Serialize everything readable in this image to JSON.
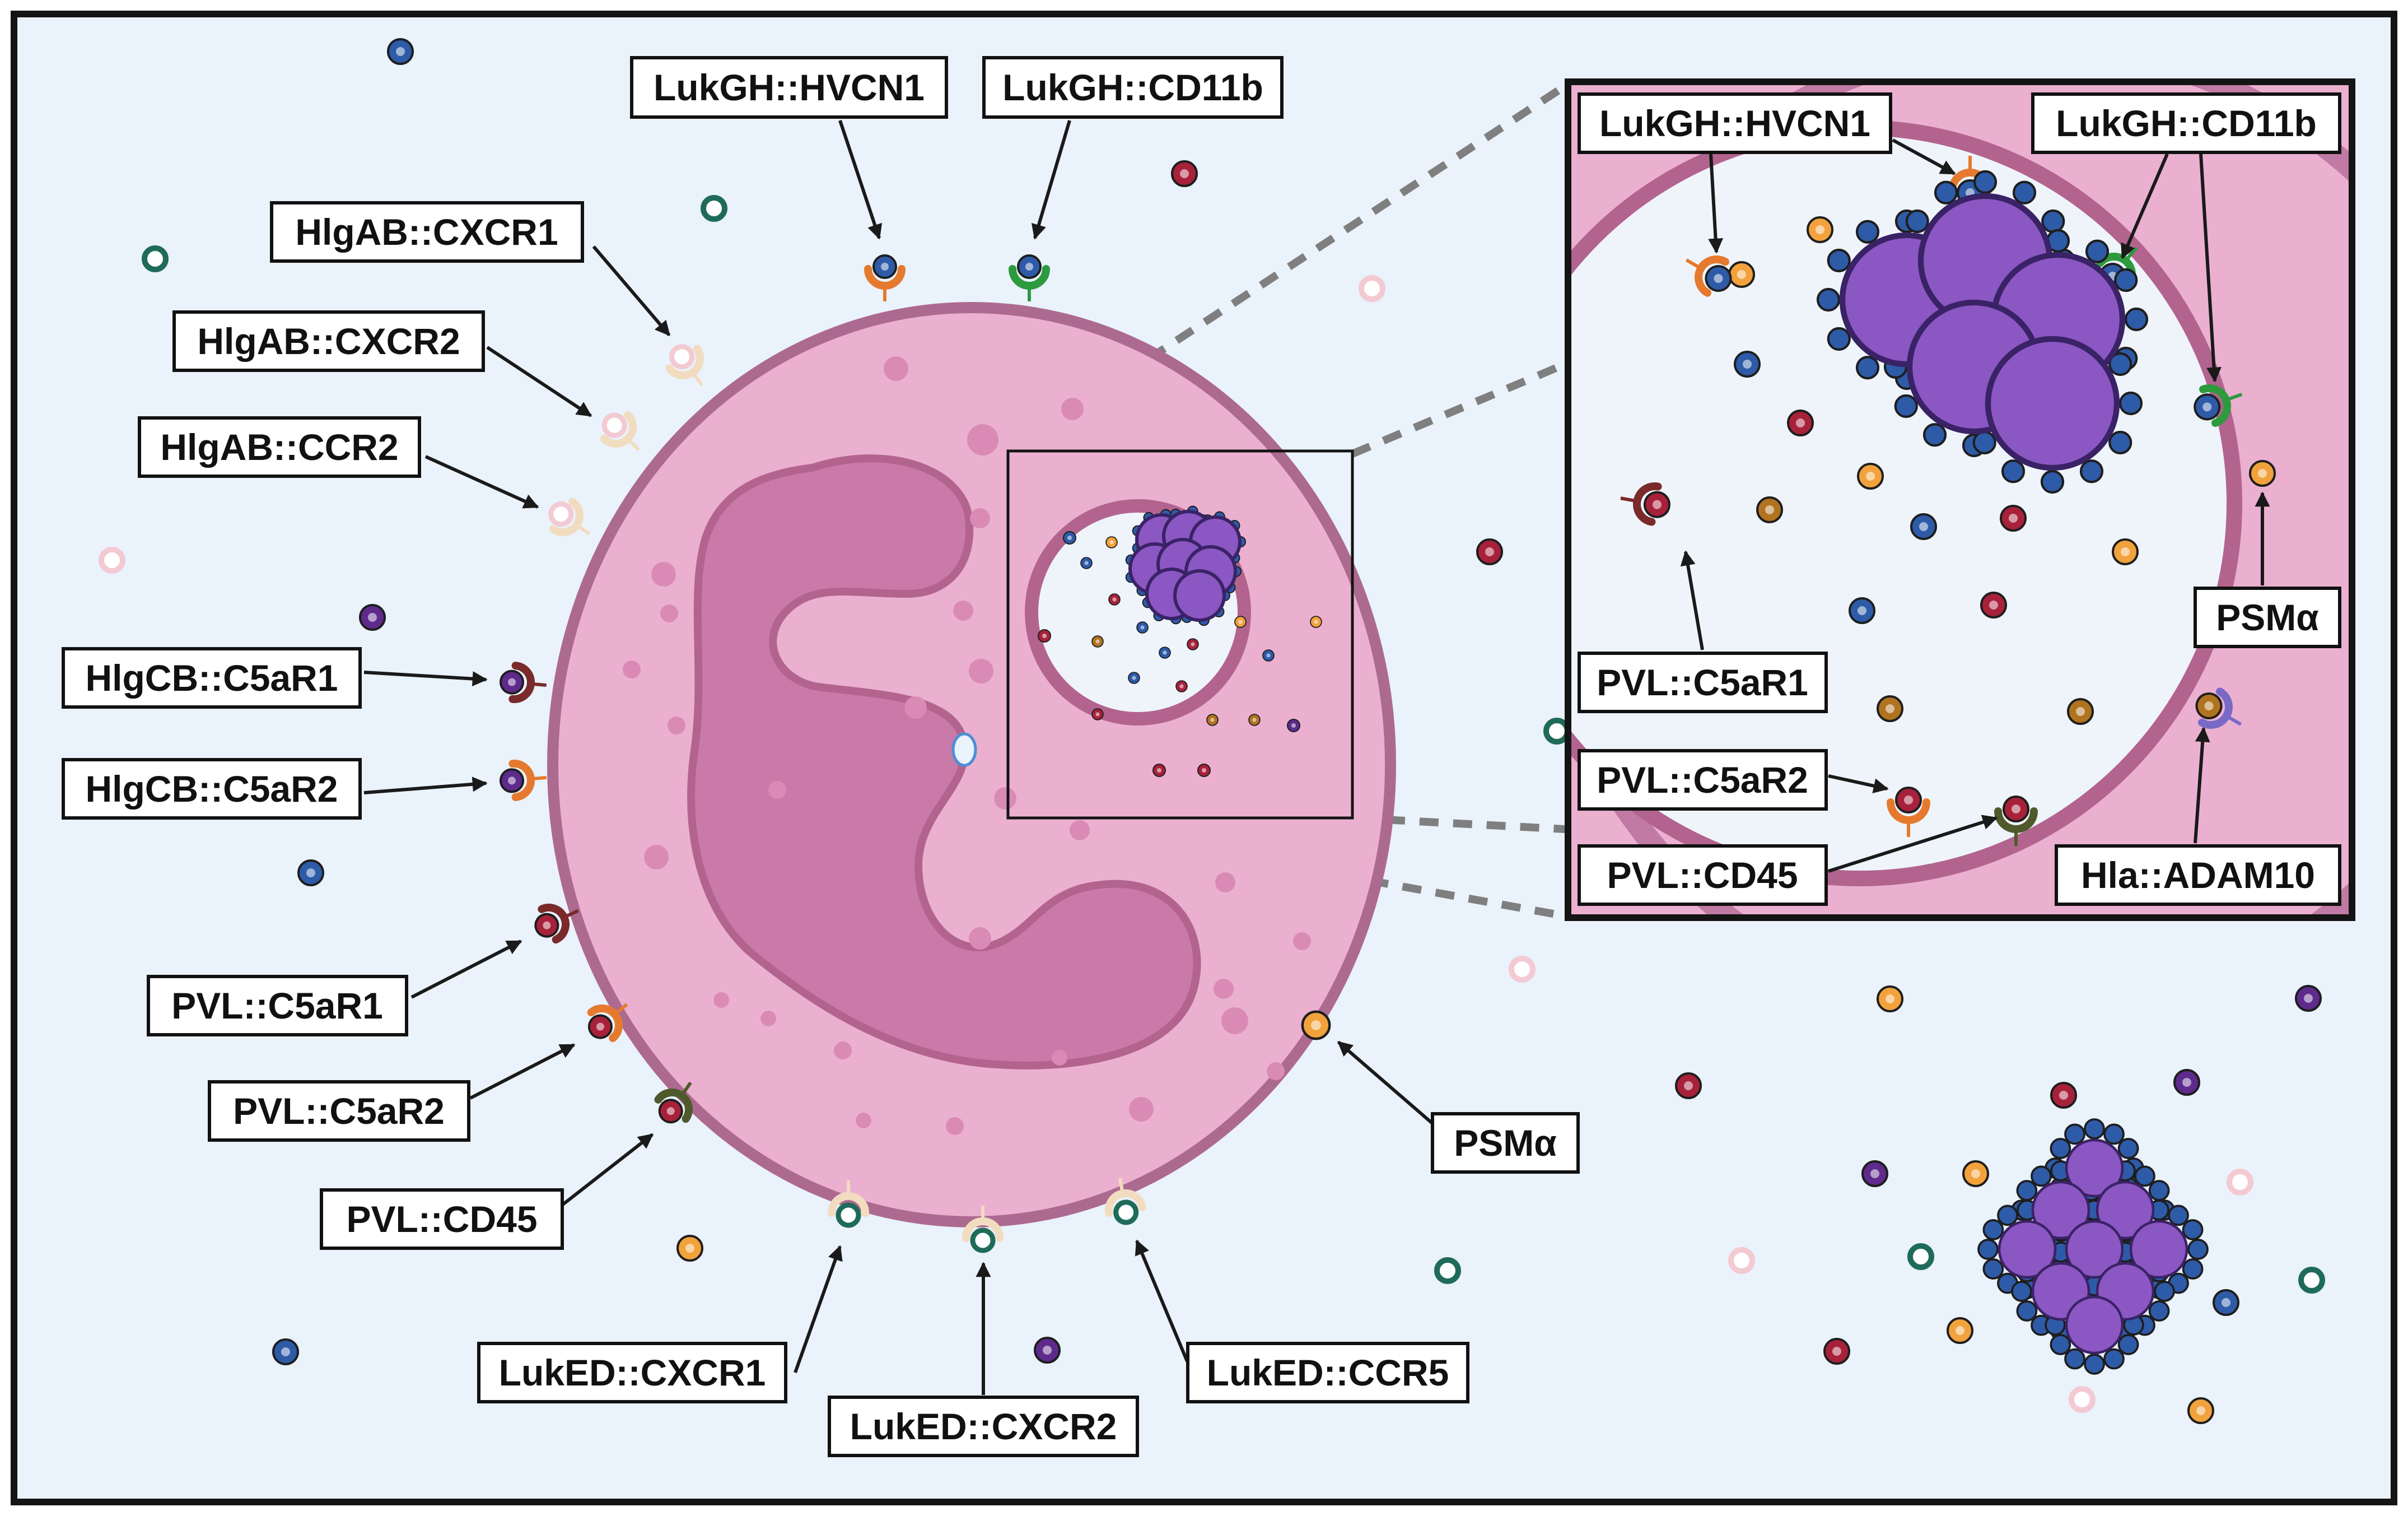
{
  "labels": {
    "main_lukgh_hvcn1": "LukGH::HVCN1",
    "main_lukgh_cd11b": "LukGH::CD11b",
    "main_hlgab_cxcr1": "HlgAB::CXCR1",
    "main_hlgab_cxcr2": "HlgAB::CXCR2",
    "main_hlgab_ccr2": "HlgAB::CCR2",
    "main_hlgcb_c5ar1": "HlgCB::C5aR1",
    "main_hlgcb_c5ar2": "HlgCB::C5aR2",
    "main_pvl_c5ar1": "PVL::C5aR1",
    "main_pvl_c5ar2": "PVL::C5aR2",
    "main_pvl_cd45": "PVL::CD45",
    "main_luked_cxcr1": "LukED::CXCR1",
    "main_luked_cxcr2": "LukED::CXCR2",
    "main_luked_ccr5": "LukED::CCR5",
    "main_psma": "PSMα",
    "inset_lukgh_hvcn1": "LukGH::HVCN1",
    "inset_lukgh_cd11b": "LukGH::CD11b",
    "inset_pvl_c5ar1": "PVL::C5aR1",
    "inset_pvl_c5ar2": "PVL::C5aR2",
    "inset_pvl_cd45": "PVL::CD45",
    "inset_psma": "PSMα",
    "inset_hla_adam10": "Hla::ADAM10"
  },
  "colors": {
    "background": "#eaf2fb",
    "frame": "#141414",
    "cell_fill": "#ebb0d0",
    "cell_border": "#ad6a90",
    "nucleus": "#c97aa8",
    "nucleus_border": "#b2648f",
    "granule": "#d98bb6",
    "phagosome_lumen": "#eff4fb",
    "bacteria": "#8b57c2",
    "bacteria_border": "#3a2266",
    "toxin_blue": "#2e5ba8",
    "toxin_red": "#a8213b",
    "toxin_purple": "#5e2a8c",
    "toxin_teal": "#1f6b5a",
    "toxin_orange": "#f2a23c",
    "toxin_pink": "#f3c9d2",
    "toxin_brown": "#b0731f",
    "receptor_orange": "#e57a2e",
    "receptor_green": "#2e9a3e",
    "receptor_cream": "#f2dcc0",
    "receptor_maroon": "#7a2a2a",
    "receptor_olive": "#4f5a2c",
    "receptor_lavender": "#7a6ac8"
  }
}
